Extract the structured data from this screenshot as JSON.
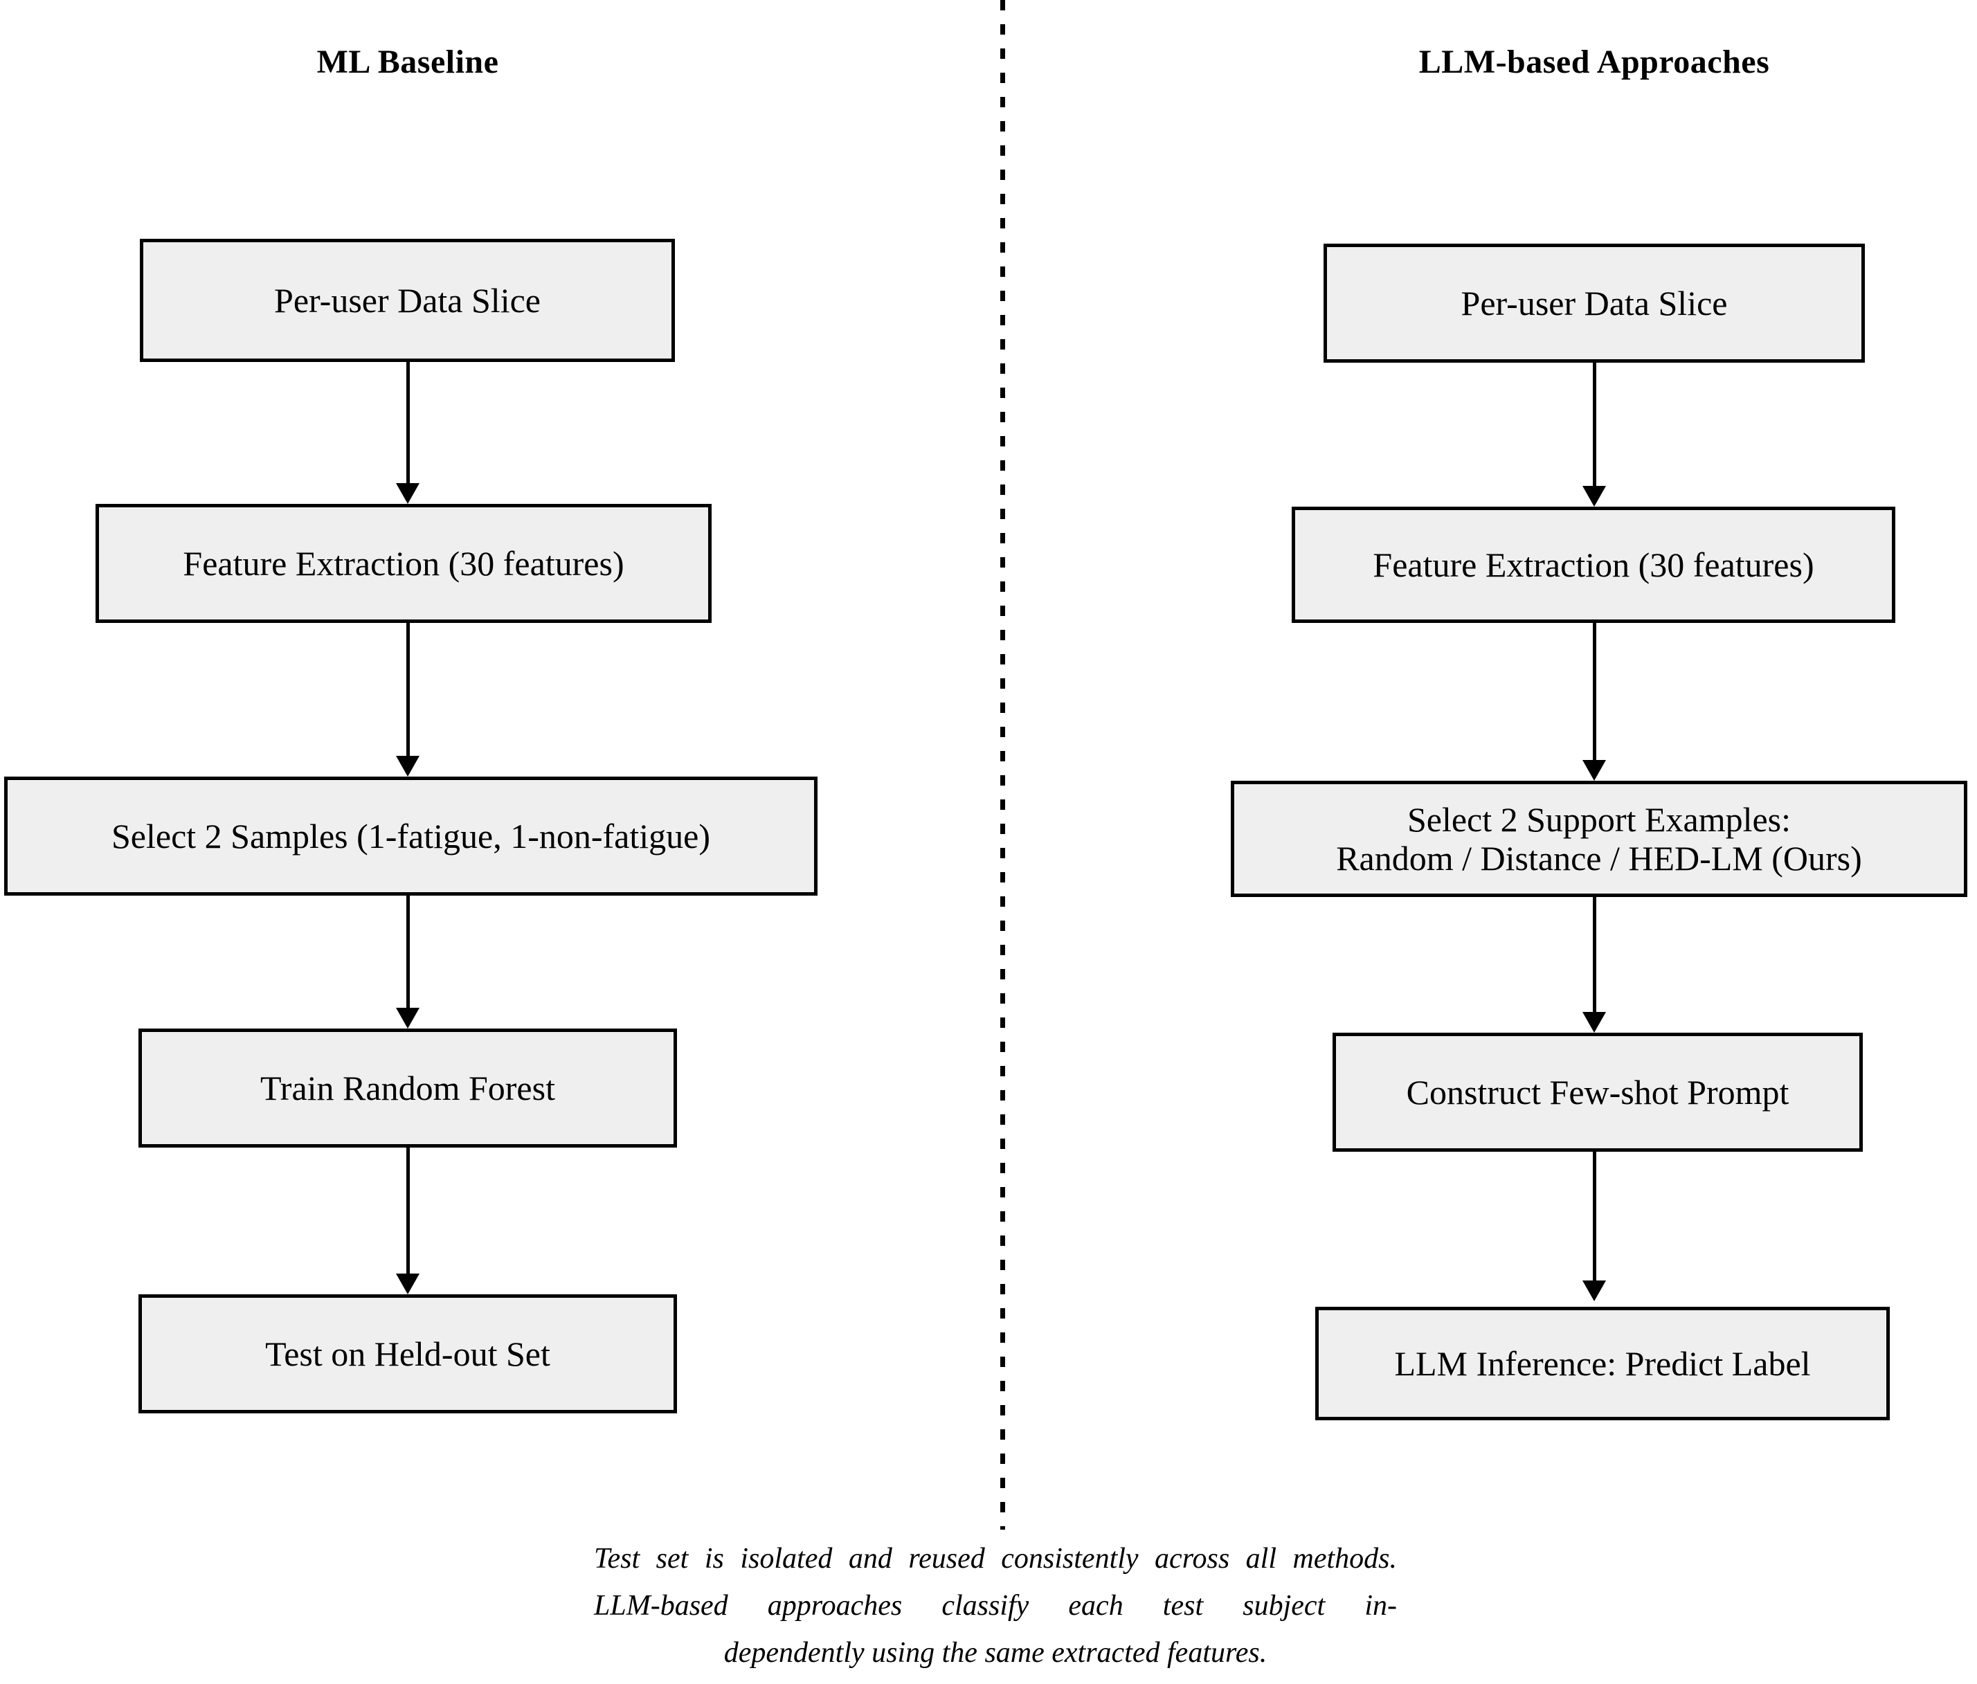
{
  "figure": {
    "type": "flowchart",
    "background_color": "#ffffff",
    "node_fill_color": "#efeff0",
    "node_border_color": "#000000",
    "text_color": "#000000"
  },
  "columns": [
    {
      "id": "ml-baseline",
      "title": "ML Baseline",
      "nodes": [
        {
          "id": "l1",
          "label": "Per-user Data Slice"
        },
        {
          "id": "l2",
          "label": "Feature Extraction (30 features)"
        },
        {
          "id": "l3",
          "label": "Select 2 Samples (1-fatigue, 1-non-fatigue)"
        },
        {
          "id": "l4",
          "label": "Train Random Forest"
        },
        {
          "id": "l5",
          "label": "Test on Held-out Set"
        }
      ]
    },
    {
      "id": "llm-approaches",
      "title": "LLM-based Approaches",
      "nodes": [
        {
          "id": "r1",
          "label": "Per-user Data Slice"
        },
        {
          "id": "r2",
          "label": "Feature Extraction (30 features)"
        },
        {
          "id": "r3",
          "label": "Select 2 Support Examples:",
          "label2": "Random / Distance / HED-LM (Ours)"
        },
        {
          "id": "r4",
          "label": "Construct Few-shot Prompt"
        },
        {
          "id": "r5",
          "label": "LLM Inference: Predict Label"
        }
      ]
    }
  ],
  "divider": {
    "style": "dashed-vertical",
    "color": "#000000"
  },
  "caption": {
    "line1": "Test set is isolated and reused consistently across all methods.",
    "line2": "LLM-based approaches classify each test subject in-",
    "line3": "dependently using the same extracted features."
  }
}
